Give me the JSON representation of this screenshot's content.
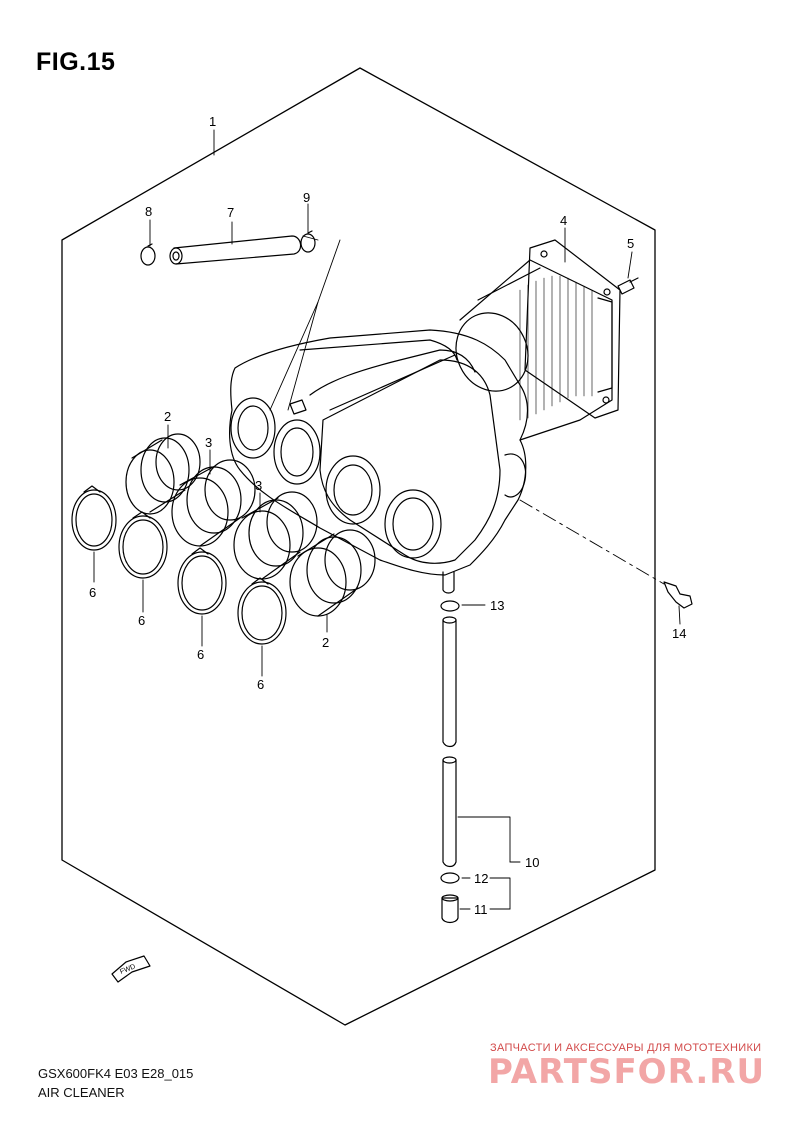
{
  "figure": {
    "title": "FIG.15",
    "model_code": "GSX600FK4 E03 E28_015",
    "section_name": "AIR CLEANER"
  },
  "callouts": {
    "c1": "1",
    "c2a": "2",
    "c2b": "2",
    "c3a": "3",
    "c3b": "3",
    "c4": "4",
    "c5": "5",
    "c6a": "6",
    "c6b": "6",
    "c6c": "6",
    "c6d": "6",
    "c7": "7",
    "c8": "8",
    "c9": "9",
    "c10": "10",
    "c11": "11",
    "c12": "12",
    "c13": "13",
    "c14": "14"
  },
  "fwd_marker": "FWD",
  "watermark": {
    "tagline": "ЗАПЧАСТИ И АКСЕССУАРЫ ДЛЯ МОТОТЕХНИКИ",
    "logo": "PARTSFOR.RU"
  }
}
